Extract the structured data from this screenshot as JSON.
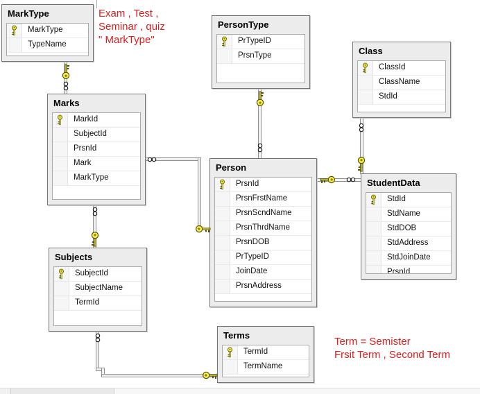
{
  "diagram": {
    "tables": [
      {
        "title": "MarkType",
        "columns": [
          {
            "name": "MarkType",
            "pk": true
          },
          {
            "name": "TypeName",
            "pk": false
          }
        ]
      },
      {
        "title": "PersonType",
        "columns": [
          {
            "name": "PrTypeID",
            "pk": true
          },
          {
            "name": "PrsnType",
            "pk": false
          }
        ]
      },
      {
        "title": "Class",
        "columns": [
          {
            "name": "ClassId",
            "pk": true
          },
          {
            "name": "ClassName",
            "pk": false
          },
          {
            "name": "StdId",
            "pk": false
          }
        ]
      },
      {
        "title": "Marks",
        "columns": [
          {
            "name": "MarkId",
            "pk": true
          },
          {
            "name": "SubjectId",
            "pk": false
          },
          {
            "name": "PrsnId",
            "pk": false
          },
          {
            "name": "Mark",
            "pk": false
          },
          {
            "name": "MarkType",
            "pk": false
          }
        ]
      },
      {
        "title": "Person",
        "columns": [
          {
            "name": "PrsnId",
            "pk": true
          },
          {
            "name": "PrsnFrstName",
            "pk": false
          },
          {
            "name": "PrsnScndName",
            "pk": false
          },
          {
            "name": "PrsnThrdName",
            "pk": false
          },
          {
            "name": "PrsnDOB",
            "pk": false
          },
          {
            "name": "PrTypeID",
            "pk": false
          },
          {
            "name": "JoinDate",
            "pk": false
          },
          {
            "name": "PrsnAddress",
            "pk": false
          }
        ]
      },
      {
        "title": "StudentData",
        "columns": [
          {
            "name": "StdId",
            "pk": true
          },
          {
            "name": "StdName",
            "pk": false
          },
          {
            "name": "StdDOB",
            "pk": false
          },
          {
            "name": "StdAddress",
            "pk": false
          },
          {
            "name": "StdJoinDate",
            "pk": false
          },
          {
            "name": "PrsnId",
            "pk": false
          }
        ]
      },
      {
        "title": "Subjects",
        "columns": [
          {
            "name": "SubjectId",
            "pk": true
          },
          {
            "name": "SubjectName",
            "pk": false
          },
          {
            "name": "TermId",
            "pk": false
          }
        ]
      },
      {
        "title": "Terms",
        "columns": [
          {
            "name": "TermId",
            "pk": true
          },
          {
            "name": "TermName",
            "pk": false
          }
        ]
      }
    ],
    "annotations": [
      {
        "lines": [
          "Exam , Test ,",
          "Seminar , quiz",
          "\" MarkType\""
        ]
      },
      {
        "lines": [
          "Term = Semister",
          "Frsit Term , Second Term"
        ]
      }
    ],
    "relationships": [
      {
        "pk_table": "MarkType",
        "fk_table": "Marks"
      },
      {
        "pk_table": "PersonType",
        "fk_table": "Person"
      },
      {
        "pk_table": "Person",
        "fk_table": "Marks"
      },
      {
        "pk_table": "Person",
        "fk_table": "StudentData"
      },
      {
        "pk_table": "StudentData",
        "fk_table": "Class"
      },
      {
        "pk_table": "Subjects",
        "fk_table": "Marks"
      },
      {
        "pk_table": "Terms",
        "fk_table": "Subjects"
      }
    ],
    "colors": {
      "annotation_red": "#dd1c1c",
      "table_background": "#ececec",
      "key_yellow": "#f7ef46"
    }
  }
}
